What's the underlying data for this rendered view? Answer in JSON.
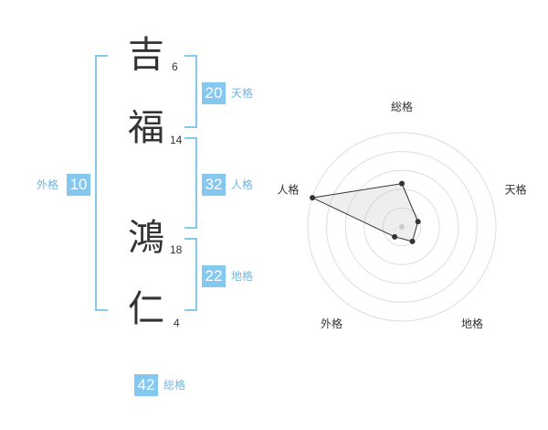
{
  "name_chars": [
    {
      "char": "吉",
      "strokes": "6"
    },
    {
      "char": "福",
      "strokes": "14"
    },
    {
      "char": "鴻",
      "strokes": "18"
    },
    {
      "char": "仁",
      "strokes": "4"
    }
  ],
  "grids": {
    "tenkaku": {
      "value": "20",
      "label": "天格"
    },
    "jinkaku": {
      "value": "32",
      "label": "人格"
    },
    "chikaku": {
      "value": "22",
      "label": "地格"
    },
    "gaikaku": {
      "value": "10",
      "label": "外格"
    },
    "soukaku": {
      "value": "42",
      "label": "総格"
    }
  },
  "colors": {
    "accent": "#84c8ef",
    "label_text": "#6fb6e3",
    "text": "#333333"
  },
  "chart_data": {
    "type": "radar",
    "axes": [
      "総格",
      "天格",
      "地格",
      "外格",
      "人格"
    ],
    "values": [
      2.3,
      0.9,
      0.95,
      0.65,
      5.0
    ],
    "rlim": [
      0,
      5
    ],
    "rings": 5,
    "grid": true
  }
}
